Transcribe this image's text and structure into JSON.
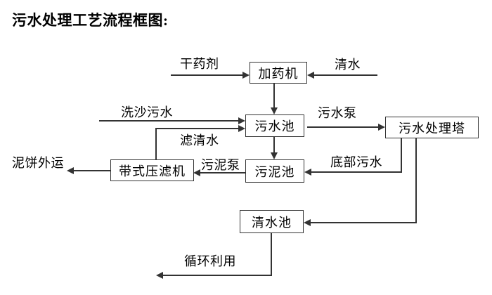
{
  "title": "污水处理工艺流程框图:",
  "nodes": {
    "dosing_machine": {
      "label": "加药机"
    },
    "sewage_pool": {
      "label": "污水池"
    },
    "sewage_treatment_tower": {
      "label": "污水处理塔"
    },
    "sludge_pool": {
      "label": "污泥池"
    },
    "belt_filter_press": {
      "label": "带式压滤机"
    },
    "clean_water_pool": {
      "label": "清水池"
    }
  },
  "edges": {
    "dry_agent": {
      "label": "干药剂",
      "from": "external",
      "to": "dosing_machine"
    },
    "clean_water_in": {
      "label": "清水",
      "from": "external",
      "to": "dosing_machine"
    },
    "dosing_to_sewage": {
      "label": "",
      "from": "dosing_machine",
      "to": "sewage_pool"
    },
    "sand_washing_sewage": {
      "label": "洗沙污水",
      "from": "external",
      "to": "sewage_pool"
    },
    "filtered_water": {
      "label": "滤清水",
      "from": "belt_filter_press",
      "to": "sewage_pool"
    },
    "sewage_pump": {
      "label": "污水泵",
      "from": "sewage_pool",
      "to": "sewage_treatment_tower"
    },
    "sewage_to_sludge": {
      "label": "",
      "from": "sewage_pool",
      "to": "sludge_pool"
    },
    "sludge_pump": {
      "label": "污泥泵",
      "from": "sludge_pool",
      "to": "belt_filter_press"
    },
    "bottom_sewage": {
      "label": "底部污水",
      "from": "sewage_treatment_tower",
      "to": "sludge_pool"
    },
    "tower_to_clean_pool": {
      "label": "",
      "from": "sewage_treatment_tower",
      "to": "clean_water_pool"
    },
    "mud_cake_out": {
      "label": "泥饼外运",
      "from": "belt_filter_press",
      "to": "external"
    },
    "recycle": {
      "label": "循环利用",
      "from": "clean_water_pool",
      "to": "external"
    }
  },
  "colors": {
    "line": "#333333",
    "text": "#000000",
    "background": "#ffffff"
  }
}
